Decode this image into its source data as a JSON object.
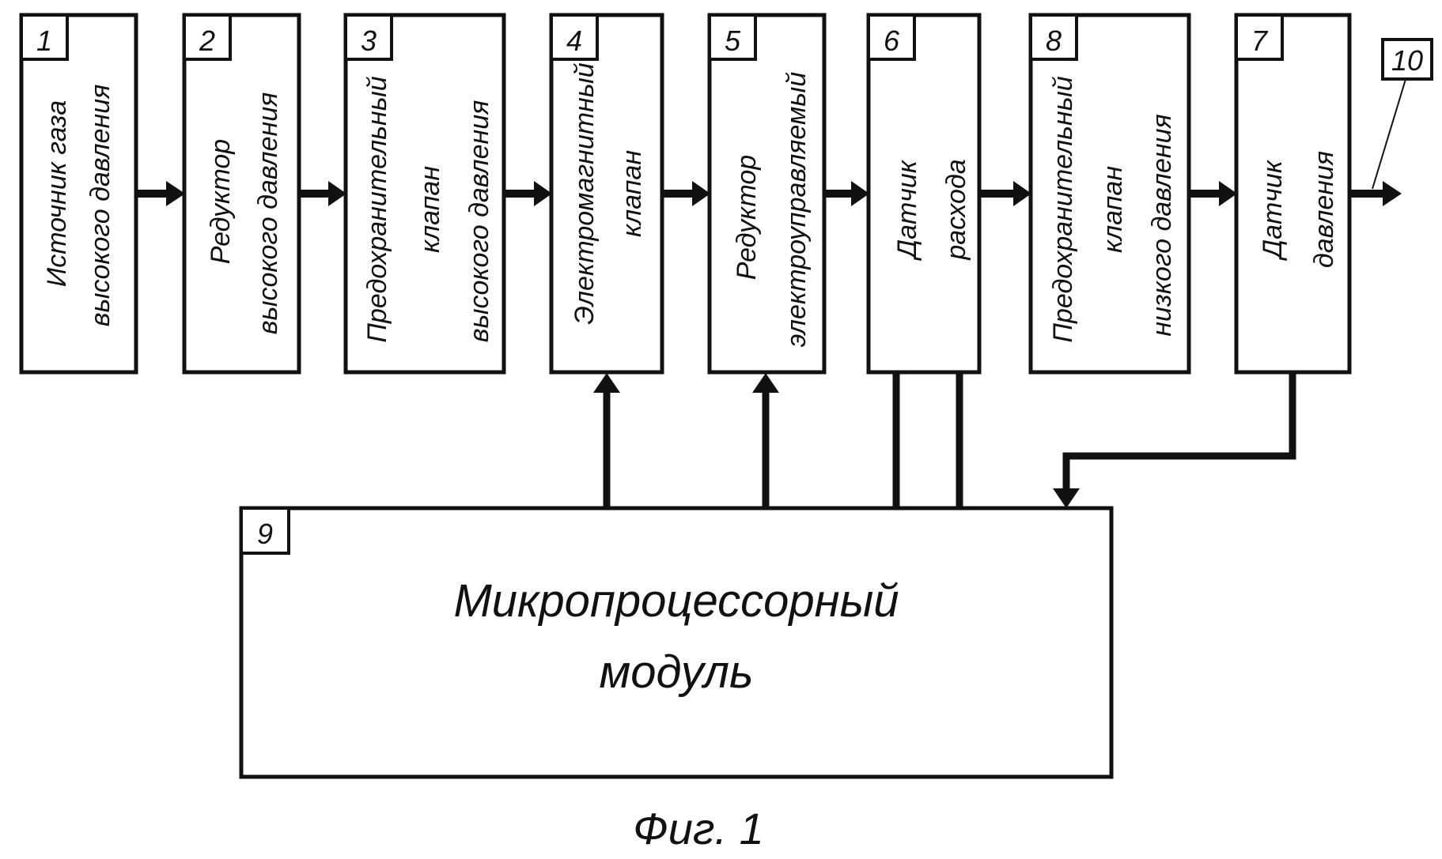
{
  "blocks": [
    {
      "num": "1",
      "lines": [
        "Источник  газа",
        "высокого  давления"
      ]
    },
    {
      "num": "2",
      "lines": [
        "Редуктор",
        "высокого  давления"
      ]
    },
    {
      "num": "3",
      "lines": [
        "Предохранительный",
        "клапан",
        "высокого  давления"
      ]
    },
    {
      "num": "4",
      "lines": [
        "Электромагнитный",
        "клапан"
      ]
    },
    {
      "num": "5",
      "lines": [
        "Редуктор",
        "электроуправляемый"
      ]
    },
    {
      "num": "6",
      "lines": [
        "Датчик",
        "расхода"
      ]
    },
    {
      "num": "8",
      "lines": [
        "Предохранительный",
        "клапан",
        "низкого  давления"
      ]
    },
    {
      "num": "7",
      "lines": [
        "Датчик",
        "давления"
      ]
    }
  ],
  "module": {
    "num": "9",
    "line1": "Микропроцессорный",
    "line2": "модуль"
  },
  "output_label": "10",
  "caption": "Фиг.  1"
}
